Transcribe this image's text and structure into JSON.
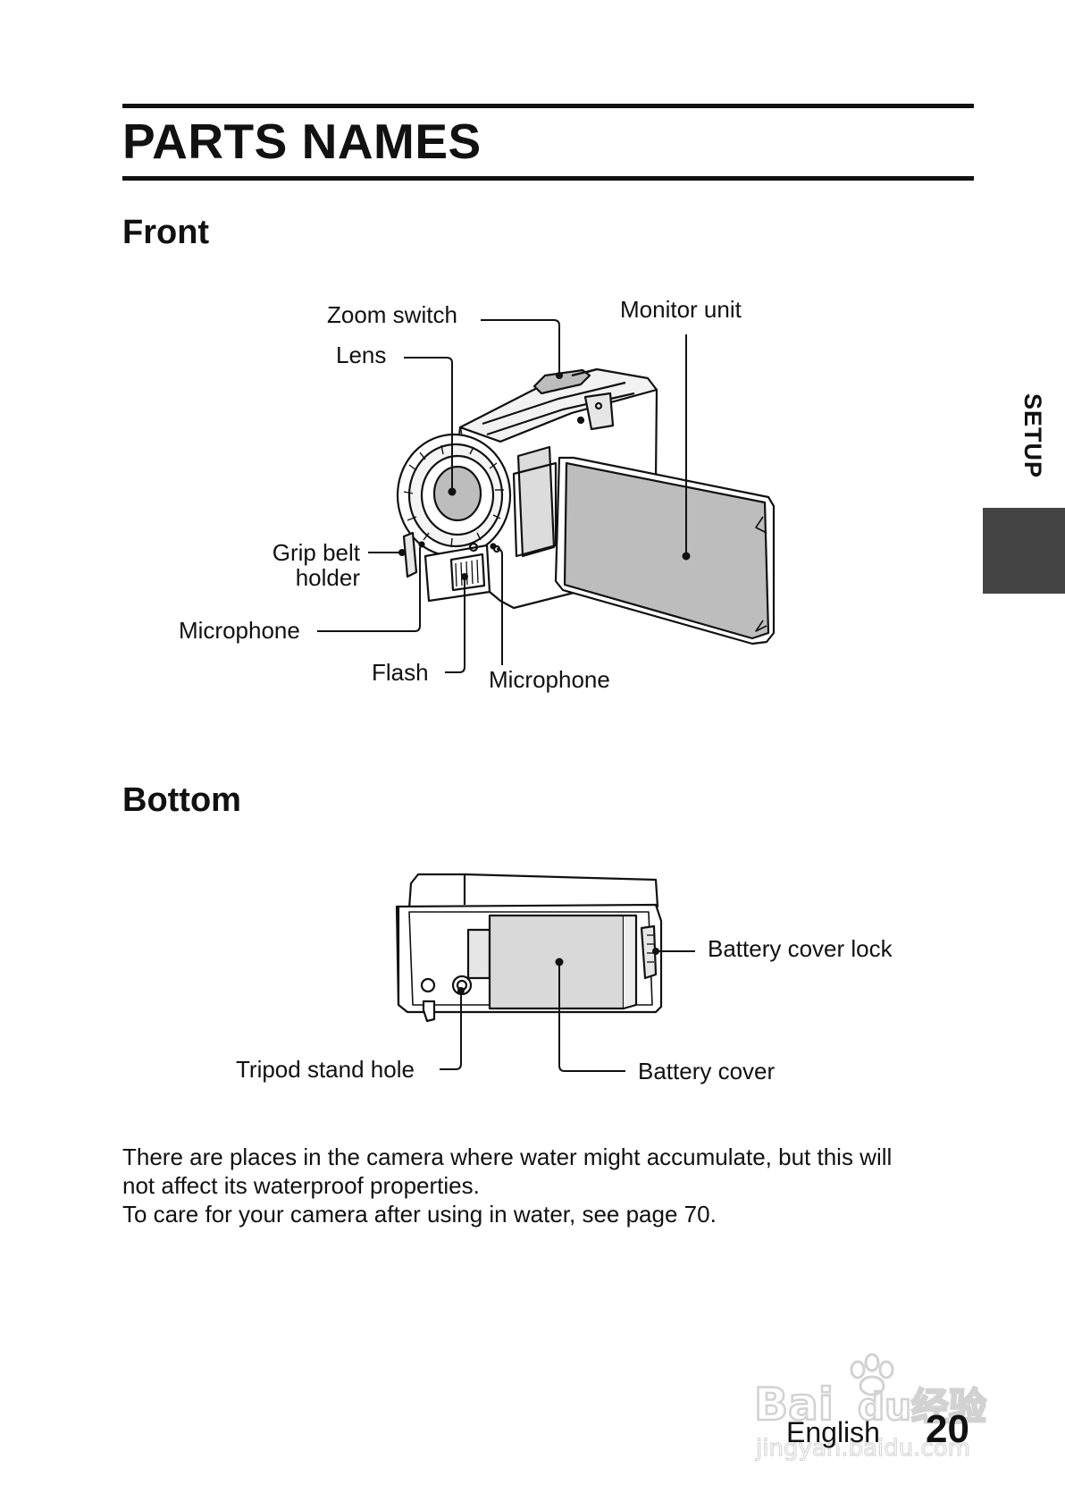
{
  "page": {
    "title": "PARTS NAMES",
    "side_tab": "SETUP",
    "footer_language": "English",
    "footer_page": "20"
  },
  "front": {
    "heading": "Front",
    "labels": {
      "zoom_switch": "Zoom switch",
      "lens": "Lens",
      "monitor_unit": "Monitor unit",
      "grip_belt_holder_1": "Grip belt",
      "grip_belt_holder_2": "holder",
      "microphone_left": "Microphone",
      "flash": "Flash",
      "microphone_right": "Microphone"
    }
  },
  "bottom": {
    "heading": "Bottom",
    "labels": {
      "battery_cover_lock": "Battery cover lock",
      "tripod_stand_hole": "Tripod stand hole",
      "battery_cover": "Battery cover"
    }
  },
  "note": {
    "line1": "There are places in the camera where water might accumulate, but this will",
    "line2": "not affect its waterproof properties.",
    "line3": "To care for your camera after using in water, see page 70."
  },
  "watermark": {
    "brand": "Bai",
    "brand2": "du",
    "cjk": "经验",
    "url": "jingyan.baidu.com"
  }
}
